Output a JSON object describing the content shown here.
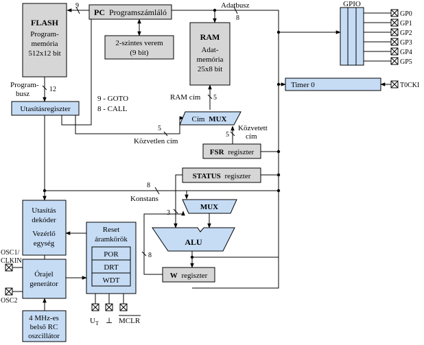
{
  "flash": {
    "title": "FLASH",
    "lines": [
      "Program-",
      "memória",
      "512x12 bit"
    ]
  },
  "pc": {
    "abbr": "PC",
    "label": "Programszámláló"
  },
  "stack": {
    "lines": [
      "2-szintes verem",
      "(9 bit)"
    ]
  },
  "ram": {
    "title": "RAM",
    "lines": [
      "Adat-",
      "memória",
      "25x8 bit"
    ]
  },
  "gpio": {
    "title": "GPIO",
    "pins": [
      "GP0",
      "GP1",
      "GP2",
      "GP3",
      "GP4",
      "GP5"
    ]
  },
  "timer0": {
    "label": "Timer 0",
    "pin": "T0CKI"
  },
  "instr_reg": {
    "label": "Utasításregiszter"
  },
  "addr_mux": {
    "prefix": "Cím",
    "suffix": "MUX"
  },
  "fsr": {
    "abbr": "FSR",
    "suffix": "regiszter"
  },
  "status": {
    "abbr": "STATUS",
    "suffix": "regiszter"
  },
  "mux": {
    "label": "MUX"
  },
  "alu": {
    "label": "ALU"
  },
  "w_reg": {
    "abbr": "W",
    "suffix": "regiszter"
  },
  "decoder": {
    "lines": [
      "Utasítás",
      "dekóder",
      "Vezérlő",
      "egység"
    ]
  },
  "reset": {
    "lines": [
      "Reset",
      "áramkörök"
    ],
    "items": [
      "POR",
      "DRT",
      "WDT"
    ]
  },
  "clock": {
    "lines": [
      "Órajel",
      "generátor"
    ]
  },
  "rc_osc": {
    "lines": [
      "4 MHz-es",
      "belső RC",
      "oszcillátor"
    ]
  },
  "labels": {
    "adatbusz": "Adatbusz",
    "programbusz": [
      "Program-",
      "busz"
    ],
    "goto": "9 - GOTO",
    "call": "8 - CALL",
    "ram_cim": "RAM cím",
    "kozvetett": [
      "Közvetett",
      "cím"
    ],
    "kozvetlen": "Közvetlen cím",
    "konstans": "Konstans",
    "osc1": [
      "OSC1/",
      "CLKIN"
    ],
    "osc2": "OSC2",
    "ut_u": "U",
    "ut_sub": "T",
    "ground": "⊥",
    "mclr": "MCLR"
  },
  "bus_widths": {
    "pc": "9",
    "data": "8",
    "program": "12",
    "ram_addr": "5",
    "fsr": "5",
    "direct": "5",
    "const": "8",
    "status_mux": "3",
    "w_loop": "8"
  }
}
